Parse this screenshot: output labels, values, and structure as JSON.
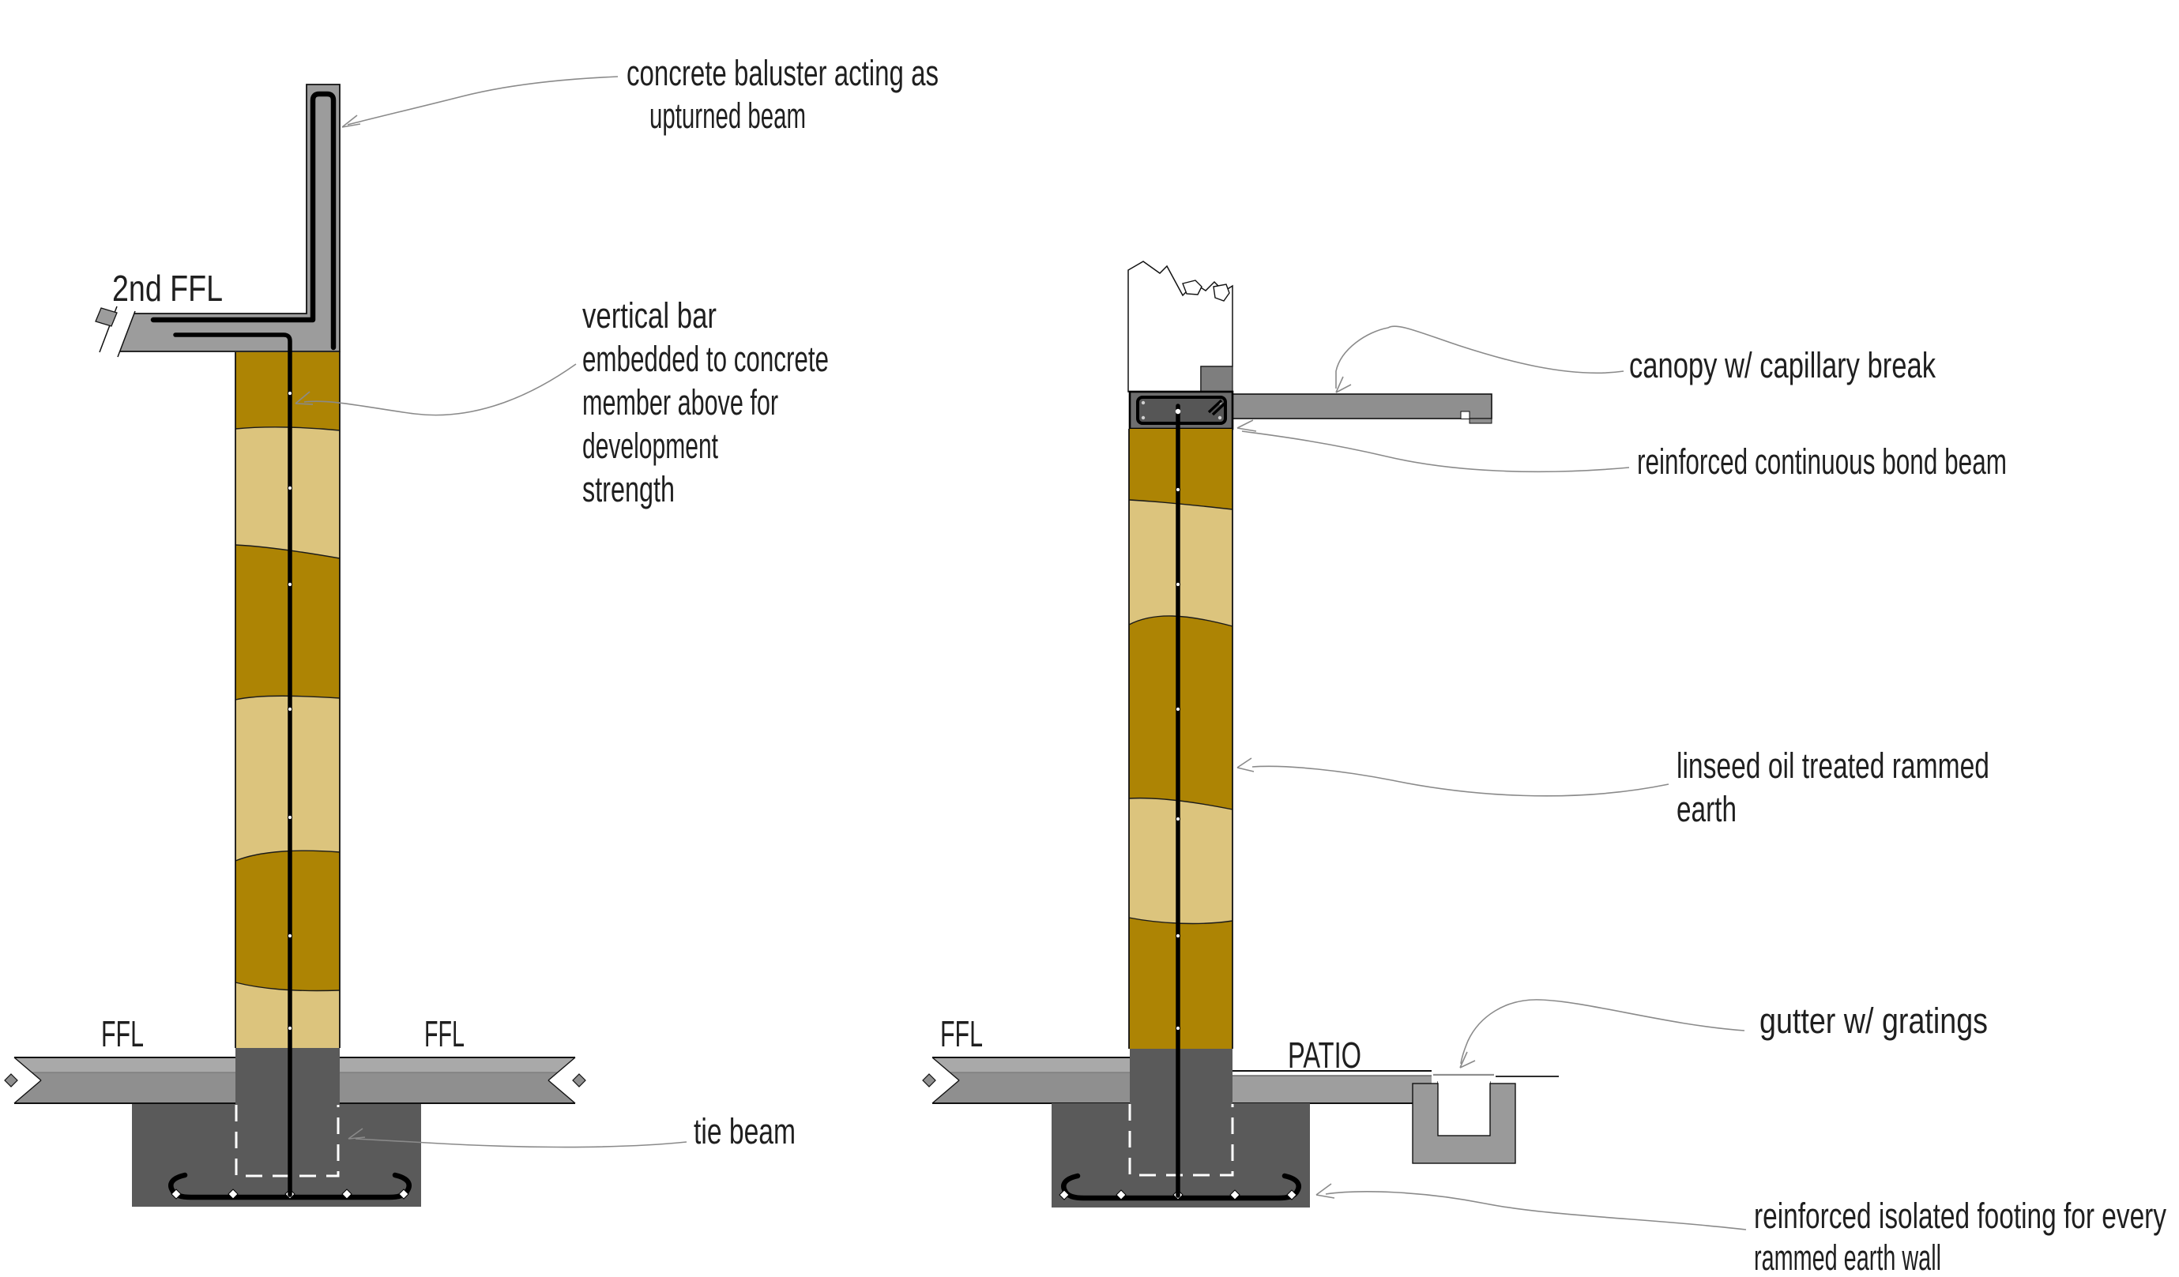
{
  "labels": {
    "second_ffl": "2nd FFL",
    "ffl_left": "FFL",
    "ffl_right": "FFL",
    "ffl_right_drawing": "FFL",
    "patio": "PATIO"
  },
  "annotations": {
    "baluster": {
      "line1": "concrete baluster acting as",
      "line2": "upturned beam"
    },
    "vertical_bar": {
      "line1": "vertical bar",
      "line2": "embedded to concrete",
      "line3": "member above for",
      "line4": "development",
      "line5": "strength"
    },
    "tie_beam": {
      "line1": "tie beam"
    },
    "canopy": {
      "line1": "canopy w/  capillary break"
    },
    "bond_beam": {
      "line1": "reinforced continuous bond beam"
    },
    "rammed_earth": {
      "line1": "linseed oil treated rammed",
      "line2": "earth"
    },
    "gutter": {
      "line1": "gutter w/  gratings"
    },
    "footing": {
      "line1": "reinforced isolated footing for every",
      "line2": "rammed earth wall"
    }
  },
  "colors": {
    "rammed_earth_dark": "#ad8404",
    "rammed_earth_light": "#dcc47d",
    "concrete_slab_upper": "#a9a9a9",
    "concrete_slab_lower": "#8f8f8f",
    "concrete_baluster": "#9c9c9c",
    "concrete_footing": "#5a5a5a",
    "bond_beam_ring": "#6e6e6e",
    "bond_beam_core": "#565656",
    "canopy": "#8f8f8f",
    "patio_slab": "#9e9e9e",
    "gutter": "#9a9a9a",
    "capillary_block": "#7e7e7e",
    "leader_line": "#8a8a8a",
    "text": "#1f1f1f"
  }
}
